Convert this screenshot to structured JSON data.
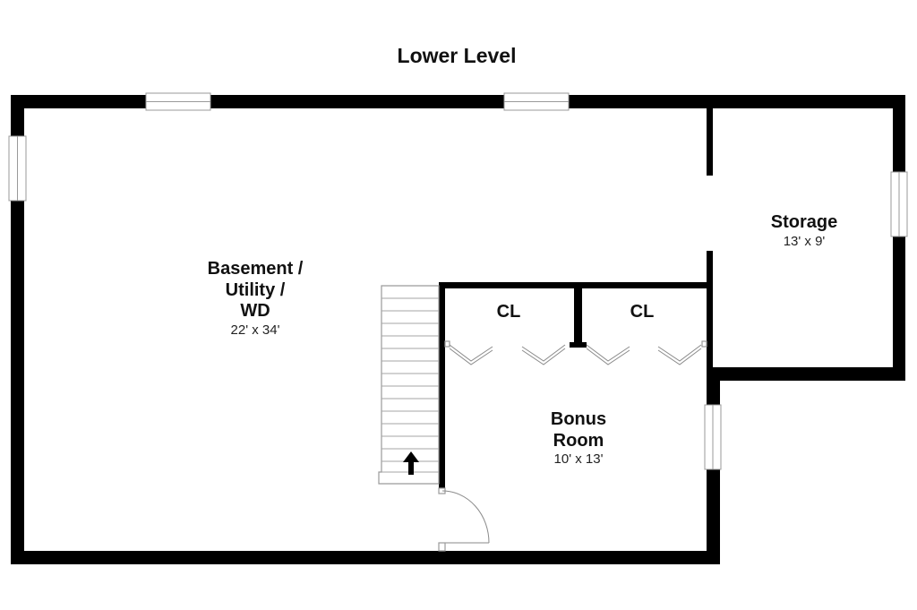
{
  "plan": {
    "title": "Lower Level",
    "rooms": [
      {
        "id": "basement",
        "name_lines": [
          "Basement /",
          "Utility /",
          "WD"
        ],
        "dimensions": "22' x 34'"
      },
      {
        "id": "storage",
        "name_lines": [
          "Storage"
        ],
        "dimensions": "13' x 9'"
      },
      {
        "id": "closet-1",
        "name_lines": [
          "CL"
        ],
        "dimensions": ""
      },
      {
        "id": "closet-2",
        "name_lines": [
          "CL"
        ],
        "dimensions": ""
      },
      {
        "id": "bonus",
        "name_lines": [
          "Bonus",
          "Room"
        ],
        "dimensions": "10' x 13'"
      }
    ],
    "colors": {
      "wall": "#000000",
      "fixture": "#9a9a9a",
      "background": "#ffffff"
    },
    "icons": {
      "stair_direction": "up-arrow-icon"
    }
  }
}
